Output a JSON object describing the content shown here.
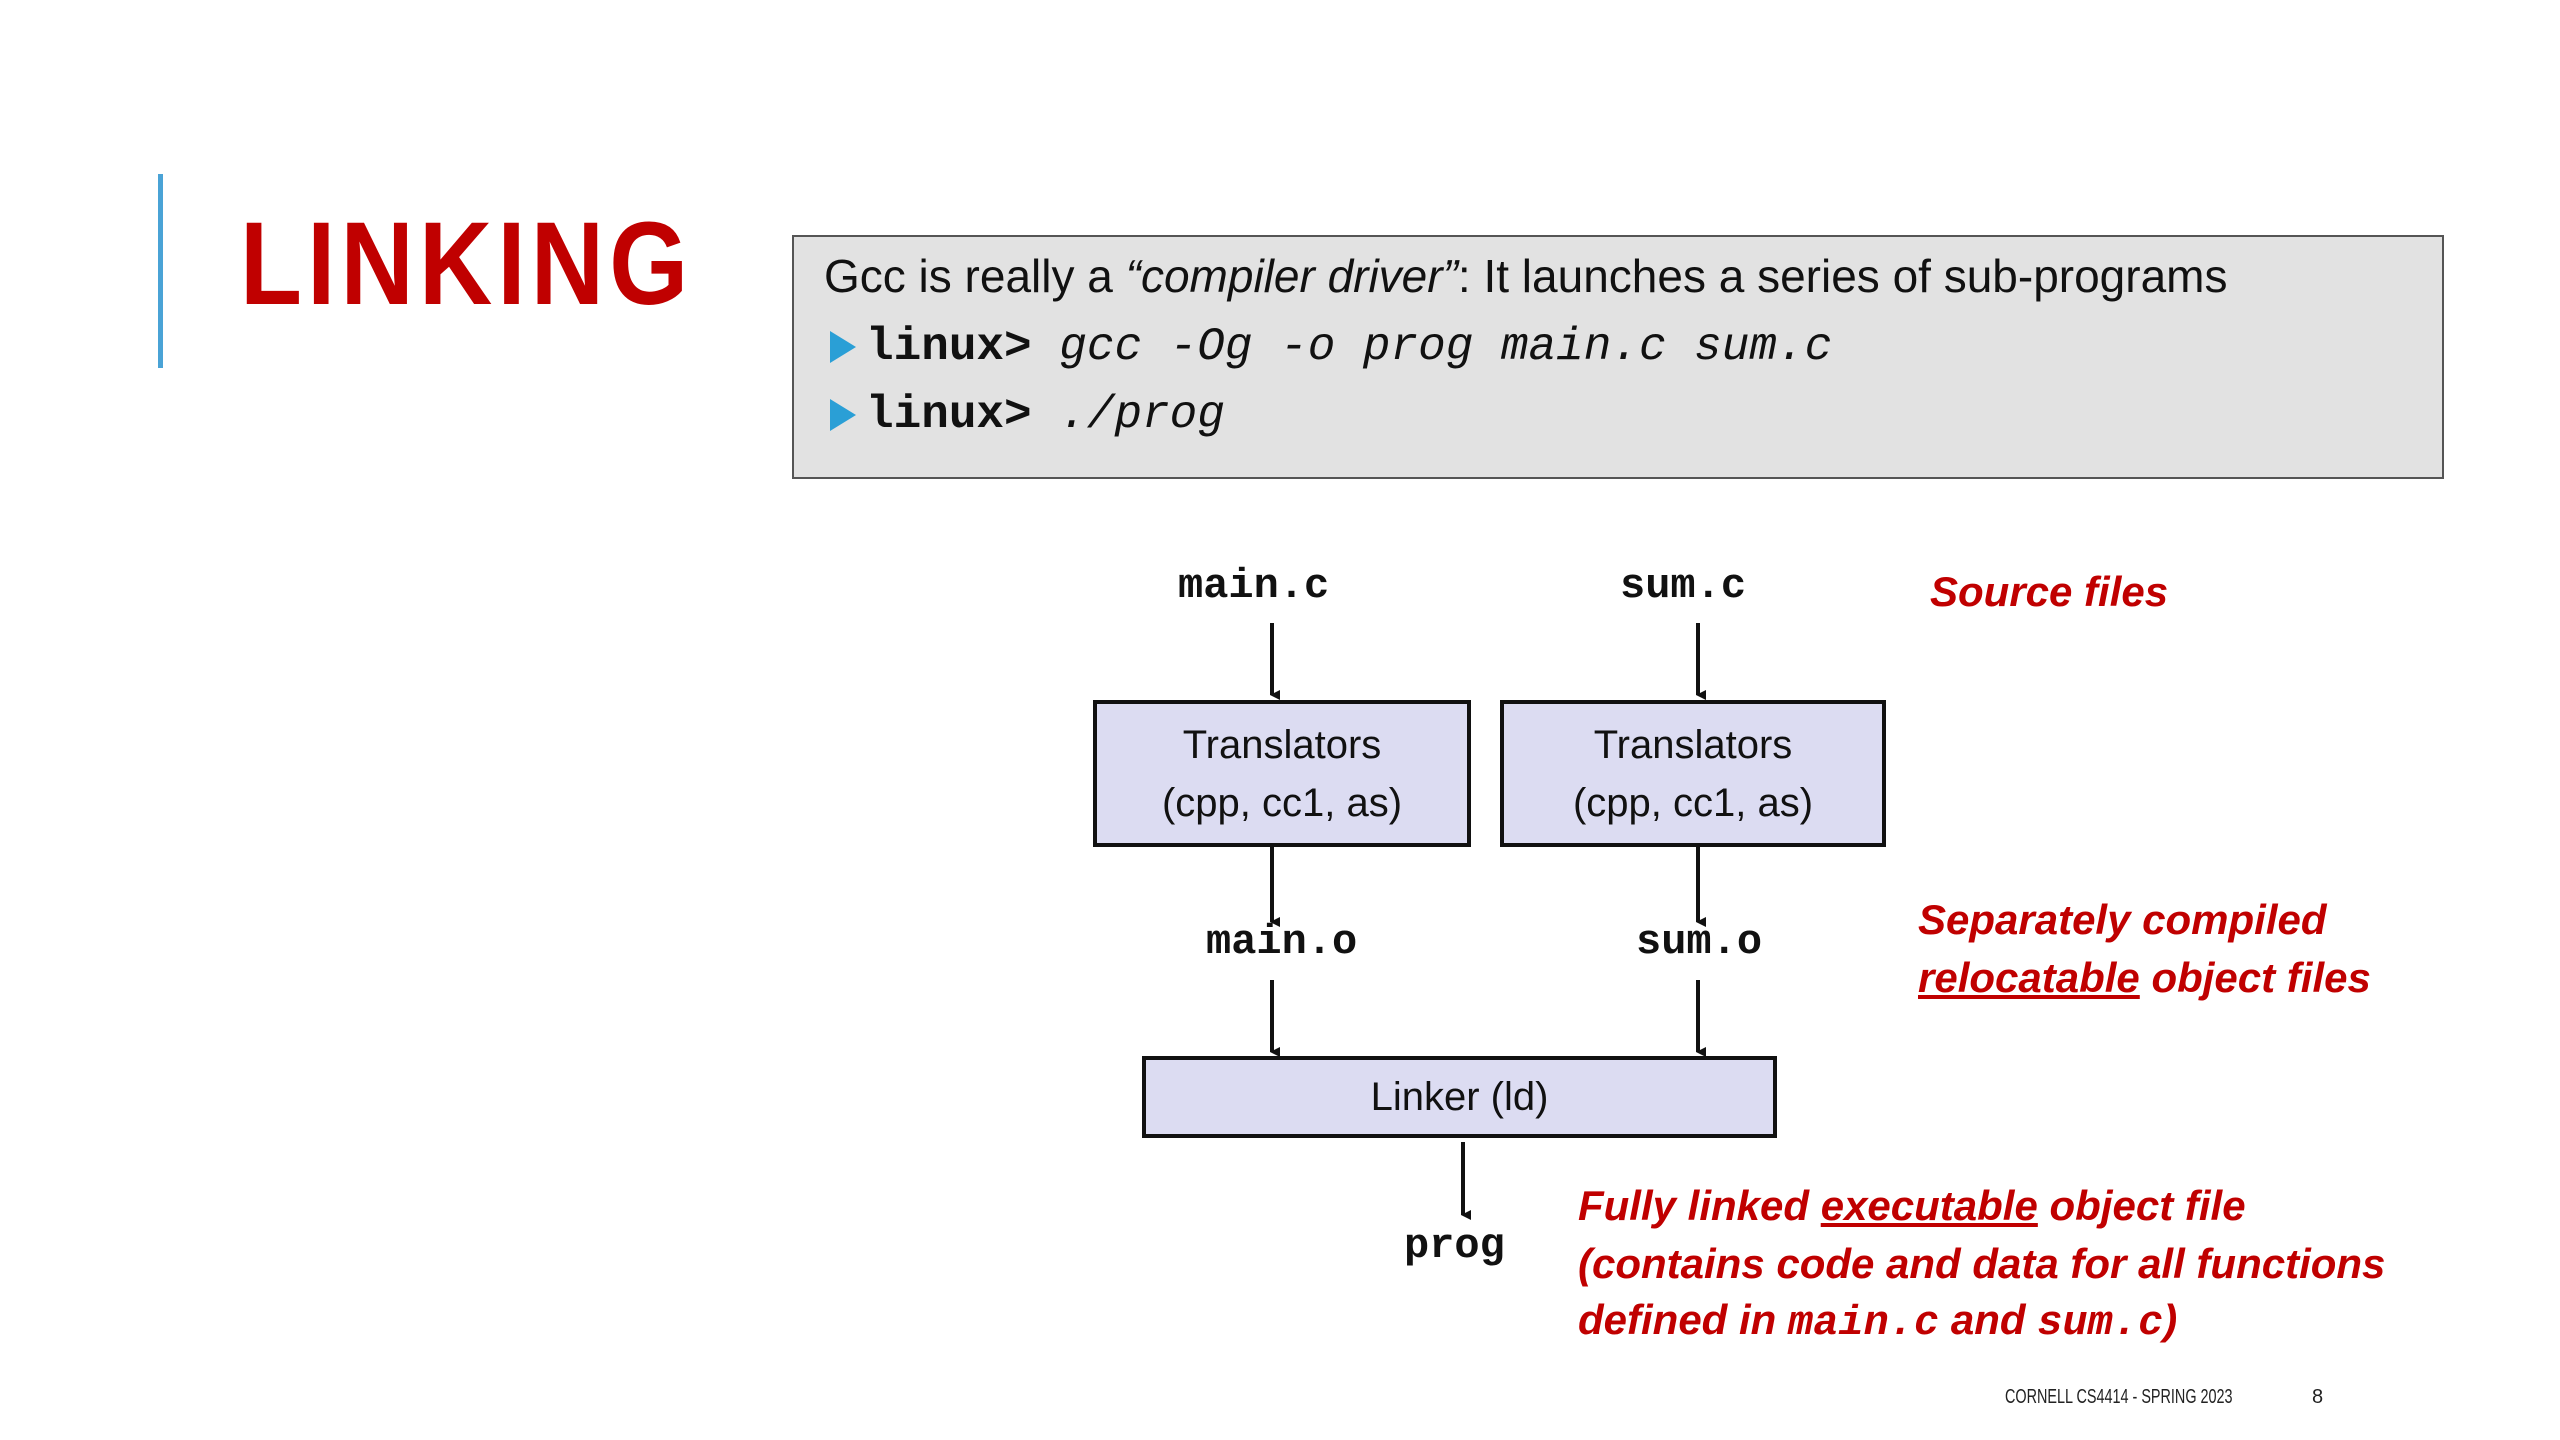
{
  "slide": {
    "title": "LINKING",
    "footer": "CORNELL CS4414 - SPRING 2023",
    "page_number": "8"
  },
  "command_box": {
    "intro_prefix": "Gcc is really a ",
    "intro_emphasis": "“compiler driver”",
    "intro_suffix": ":  It launches a series of sub-programs",
    "lines": [
      {
        "prompt": "linux>",
        "command": "gcc -Og -o prog main.c sum.c"
      },
      {
        "prompt": "linux>",
        "command": "./prog"
      }
    ]
  },
  "diagram": {
    "source_files": [
      "main.c",
      "sum.c"
    ],
    "translators": [
      {
        "line1": "Translators",
        "line2": "(cpp, cc1, as)"
      },
      {
        "line1": "Translators",
        "line2": "(cpp, cc1, as)"
      }
    ],
    "object_files": [
      "main.o",
      "sum.o"
    ],
    "linker": "Linker (ld)",
    "output": "prog",
    "notes": {
      "source": "Source files",
      "relocatable_line1": "Separately compiled",
      "relocatable_underlined": "relocatable",
      "relocatable_rest": " object files",
      "exec_prefix": "Fully linked ",
      "exec_underlined": "executable",
      "exec_suffix": " object file",
      "exec_line2": "(contains code and data for all functions",
      "exec_line3_prefix": "defined in ",
      "exec_code1": "main.c",
      "exec_and": " and ",
      "exec_code2": "sum.c",
      "exec_close": ")"
    },
    "colors": {
      "accent_red": "#c00000",
      "box_fill": "#dcdcf2",
      "command_bg": "#e2e2e2",
      "bullet_blue": "#2a9fd6",
      "accent_bar_blue": "#4aa3d6"
    }
  }
}
